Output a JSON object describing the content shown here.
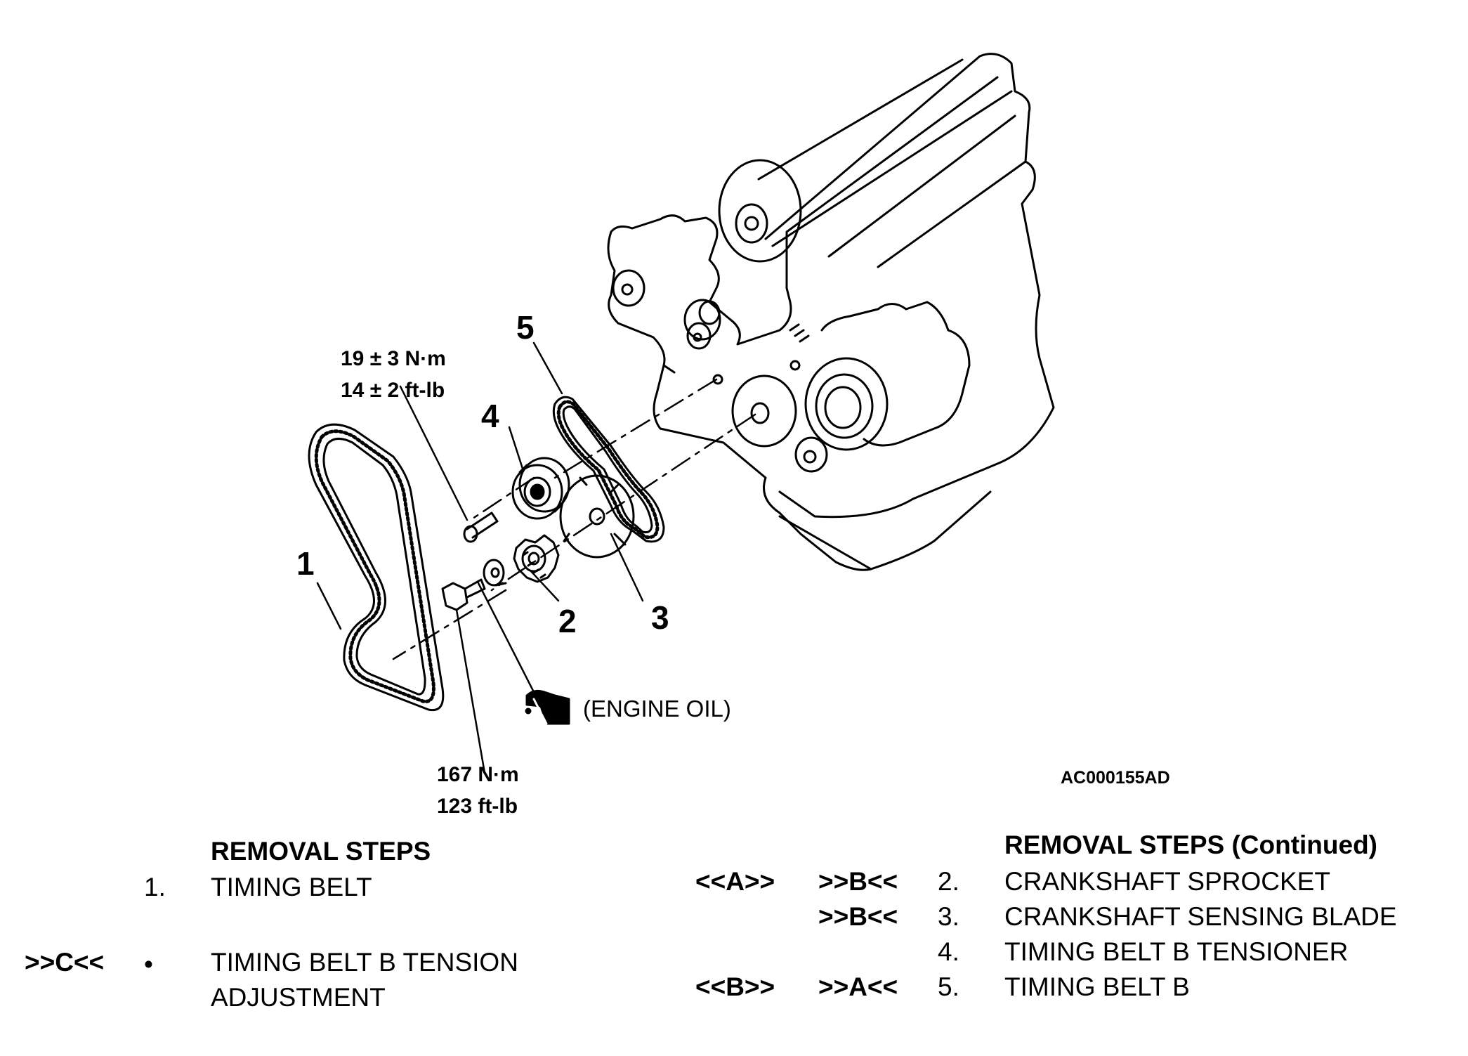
{
  "figure": {
    "callouts": [
      "1",
      "2",
      "3",
      "4",
      "5"
    ],
    "torque_tensioner": [
      "19 ± 3 N·m",
      "14 ± 2 ft-lb"
    ],
    "torque_crank_bolt": [
      "167 N·m",
      "123 ft-lb"
    ],
    "oil_label": "(ENGINE OIL)",
    "figure_id": "AC000155AD"
  },
  "steps_left": {
    "header": "REMOVAL STEPS",
    "items": [
      {
        "marker": "",
        "num": "1.",
        "lines": [
          "TIMING BELT"
        ]
      },
      {
        "marker": ">>C<<",
        "num": "•",
        "lines": [
          "TIMING BELT B TENSION",
          "ADJUSTMENT"
        ]
      }
    ]
  },
  "steps_right": {
    "header": "REMOVAL STEPS (Continued)",
    "items": [
      {
        "remove": "<<A>>",
        "install": ">>B<<",
        "num": "2.",
        "text": "CRANKSHAFT SPROCKET"
      },
      {
        "remove": "",
        "install": ">>B<<",
        "num": "3.",
        "text": "CRANKSHAFT SENSING BLADE"
      },
      {
        "remove": "",
        "install": "",
        "num": "4.",
        "text": "TIMING BELT B TENSIONER"
      },
      {
        "remove": "<<B>>",
        "install": ">>A<<",
        "num": "5.",
        "text": "TIMING BELT B"
      }
    ]
  }
}
